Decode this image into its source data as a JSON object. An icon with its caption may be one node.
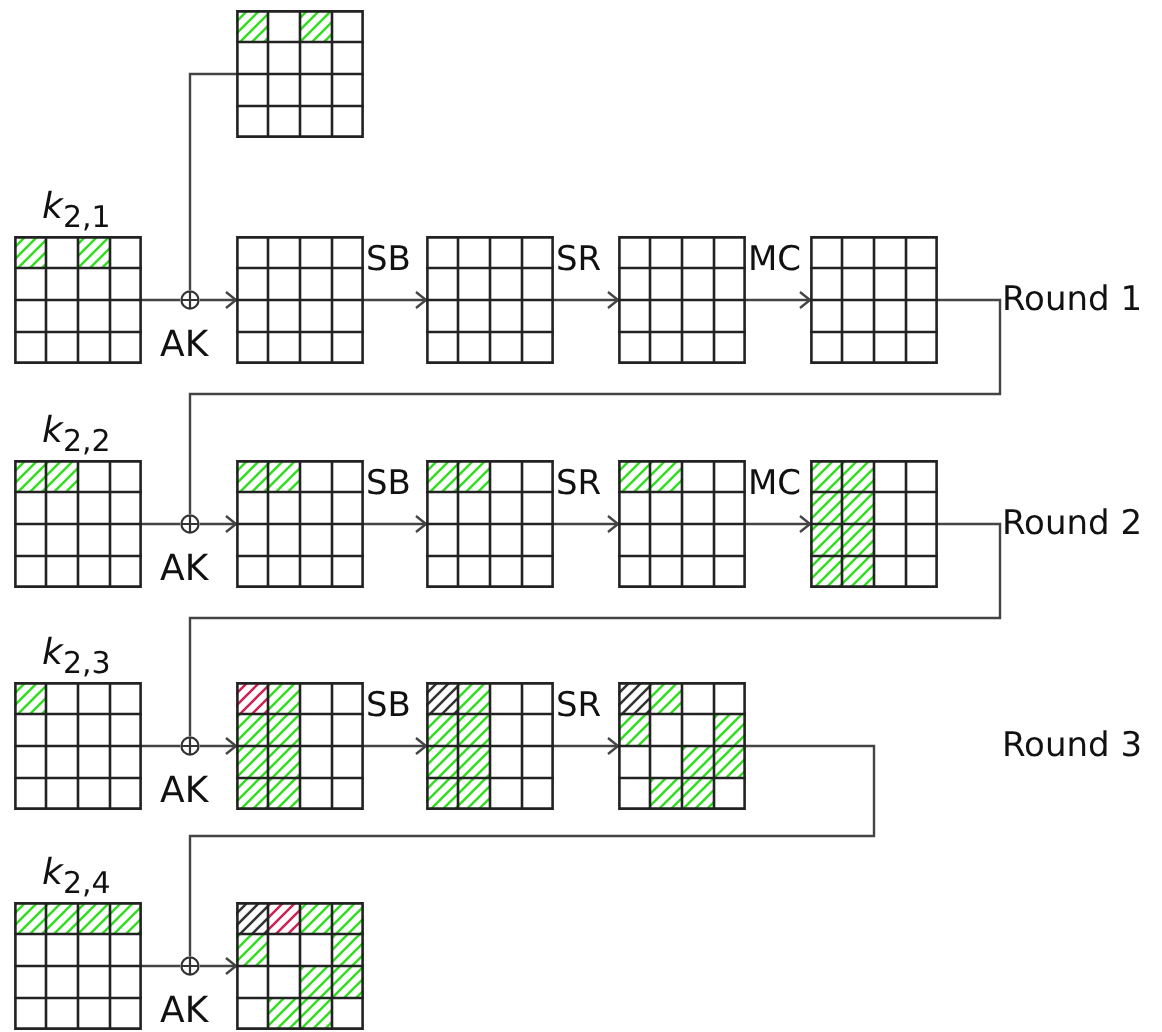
{
  "diagram": {
    "nodes": [
      {
        "text": [],
        "shape": "grid"
      },
      {
        "text": [
          "*k*$_{2,1}$"
        ]
      },
      {
        "text": [],
        "shape": "circle"
      },
      {
        "text": [],
        "shape": "grid"
      },
      {
        "text": [],
        "shape": "grid"
      },
      {
        "text": [],
        "shape": "grid"
      },
      {
        "text": [],
        "shape": "grid"
      },
      {
        "text": [
          "*k*$_{2,2}$"
        ]
      },
      {
        "text": [],
        "shape": "circle"
      },
      {
        "text": [],
        "shape": "grid"
      },
      {
        "text": [],
        "shape": "grid"
      },
      {
        "text": [],
        "shape": "grid"
      },
      {
        "text": [],
        "shape": "grid"
      },
      {
        "text": [
          "*k*$_{2,3}$"
        ]
      },
      {
        "text": [],
        "shape": "circle"
      },
      {
        "text": [],
        "shape": "grid"
      },
      {
        "text": [],
        "shape": "grid"
      },
      {
        "text": [],
        "shape": "grid"
      },
      {
        "text": [
          "*k*$_{2,4}$"
        ]
      },
      {
        "text": [],
        "shape": "circle"
      },
      {
        "text": [],
        "shape": "grid"
      }
    ],
    "edges": [
      {
        "from": 0,
        "to": 2,
        "arrow": "none"
      },
      {
        "from": 1,
        "to": 2,
        "arrow": "none"
      },
      {
        "from": 2,
        "to": 3,
        "arrow": "to",
        "label": "AK"
      },
      {
        "from": 3,
        "to": 4,
        "arrow": "to",
        "label": "SB"
      },
      {
        "from": 4,
        "to": 5,
        "arrow": "to",
        "label": "SR"
      },
      {
        "from": 5,
        "to": 6,
        "arrow": "to",
        "label": "MC"
      },
      {
        "from": 6,
        "to": 8,
        "arrow": "none"
      },
      {
        "from": 7,
        "to": 8,
        "arrow": "none"
      },
      {
        "from": 8,
        "to": 9,
        "arrow": "to",
        "label": "AK"
      },
      {
        "from": 9,
        "to": 10,
        "arrow": "to",
        "label": "SB"
      },
      {
        "from": 10,
        "to": 11,
        "arrow": "to",
        "label": "SR"
      },
      {
        "from": 11,
        "to": 12,
        "arrow": "to",
        "label": "MC"
      },
      {
        "from": 12,
        "to": 14,
        "arrow": "none"
      },
      {
        "from": 13,
        "to": 14,
        "arrow": "none"
      },
      {
        "from": 14,
        "to": 15,
        "arrow": "to",
        "label": "AK"
      },
      {
        "from": 15,
        "to": 16,
        "arrow": "to",
        "label": "SB"
      },
      {
        "from": 16,
        "to": 17,
        "arrow": "to",
        "label": "SR"
      },
      {
        "from": 17,
        "to": 19,
        "arrow": "none"
      },
      {
        "from": 18,
        "to": 19,
        "arrow": "none"
      },
      {
        "from": 19,
        "to": 20,
        "arrow": "to",
        "label": "AK"
      }
    ],
    "labels": [
      "Round 1",
      "Round 2",
      "Round 3"
    ]
  }
}
